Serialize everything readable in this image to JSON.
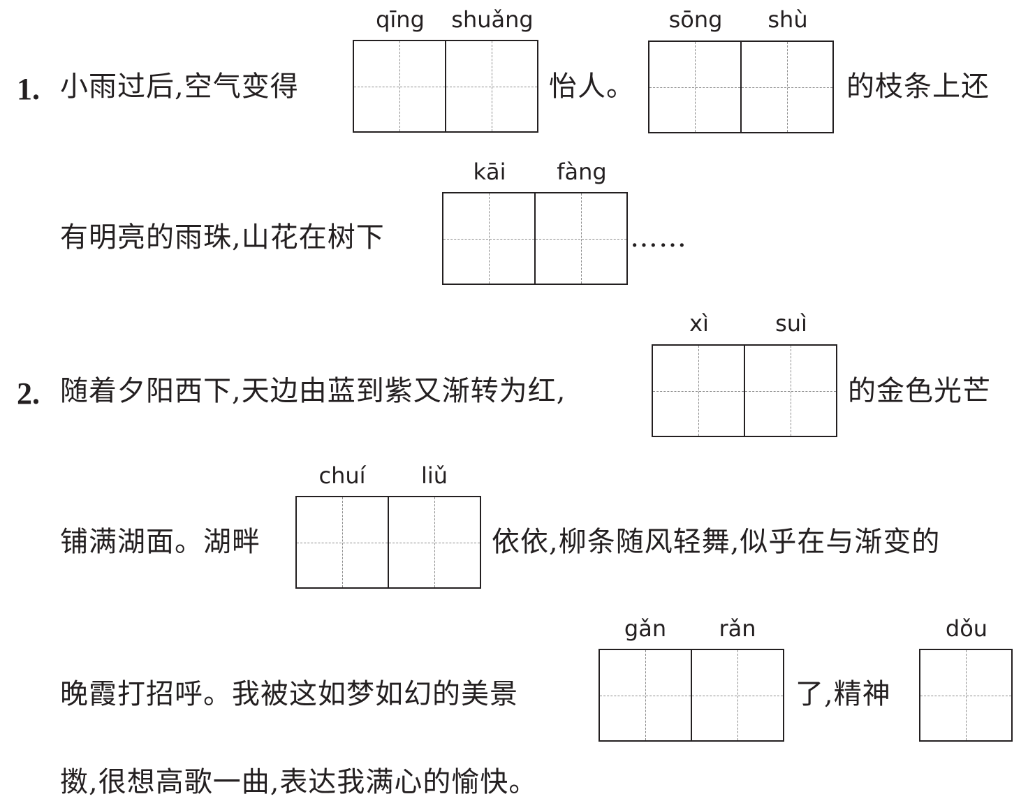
{
  "q1": {
    "number": "1.",
    "line1_a": "小雨过后,空气变得",
    "pinyin_qing": "qīng",
    "pinyin_shuang": "shuǎng",
    "line1_b": "怡人。",
    "pinyin_song": "sōng",
    "pinyin_shu": "shù",
    "line1_c": "的枝条上还",
    "line2_a": "有明亮的雨珠,山花在树下",
    "pinyin_kai": "kāi",
    "pinyin_fang": "fàng",
    "line2_b": "……"
  },
  "q2": {
    "number": "2.",
    "line1_a": "随着夕阳西下,天边由蓝到紫又渐转为红,",
    "pinyin_xi": "xì",
    "pinyin_sui": "suì",
    "line1_b": "的金色光芒",
    "line2_a": "铺满湖面。湖畔",
    "pinyin_chui": "chuí",
    "pinyin_liu": "liǔ",
    "line2_b": "依依,柳条随风轻舞,似乎在与渐变的",
    "line3_a": "晚霞打招呼。我被这如梦如幻的美景",
    "pinyin_gan": "gǎn",
    "pinyin_ran": "rǎn",
    "line3_b": "了,精神",
    "pinyin_dou": "dǒu",
    "line4": "擞,很想高歌一曲,表达我满心的愉快。"
  }
}
